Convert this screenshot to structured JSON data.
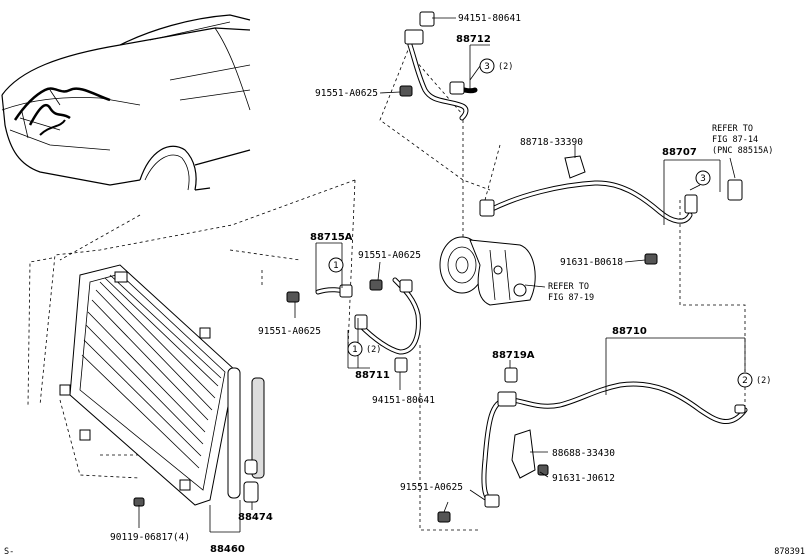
{
  "parts": {
    "p94151_80641_top": "94151-80641",
    "p88712": "88712",
    "p88712_qty": "(2)",
    "p88712_circle": "3",
    "p91551_A0625_a": "91551-A0625",
    "p88718_33390": "88718-33390",
    "p88707": "88707",
    "p88707_circle": "3",
    "refer_1": [
      "REFER TO",
      "FIG 87-14",
      "(PNC 88515A)"
    ],
    "p91631_B0618": "91631-B0618",
    "p88715A": "88715A",
    "p88715A_circle": "1",
    "p91551_A0625_b": "91551-A0625",
    "p91551_A0625_c": "91551-A0625",
    "refer_2": [
      "REFER TO",
      "FIG 87-19"
    ],
    "p88711": "88711",
    "p88711_circle": "1",
    "p88711_qty": "(2)",
    "p94151_80641_bot": "94151-80641",
    "p88710": "88710",
    "p88719A": "88719A",
    "p88710_circle": "2",
    "p88710_qty": "(2)",
    "p88688_33430": "88688-33430",
    "p91631_J0612": "91631-J0612",
    "p91551_A0625_d": "91551-A0625",
    "p90119_06817": "90119-06817(4)",
    "p88474": "88474",
    "p88460": "88460"
  },
  "footer": {
    "left": "S-",
    "right": "878391"
  }
}
